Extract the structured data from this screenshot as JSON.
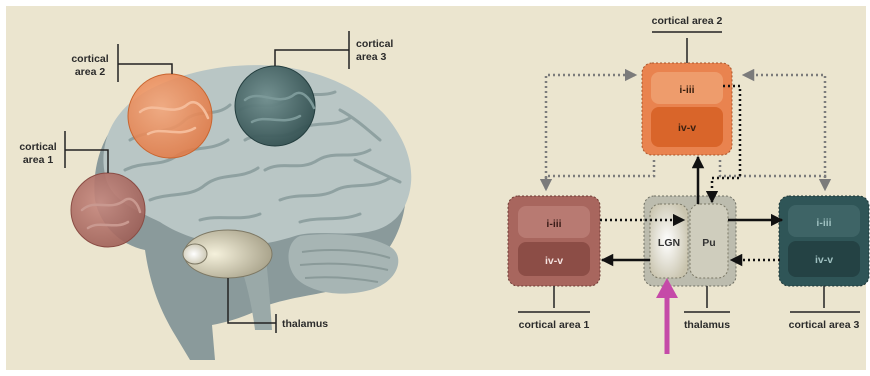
{
  "colors": {
    "background": "#ebe5cf",
    "area1": "#a8665e",
    "area2": "#e9834f",
    "area3": "#2f5557",
    "thalamus": "#bcbcae",
    "lgn": "#dcd8c4",
    "retinal_input_arrow": "#c54aa8"
  },
  "left_panel": {
    "labels": {
      "area1": [
        "cortical",
        "area 1"
      ],
      "area2": [
        "cortical",
        "area 2"
      ],
      "area3": [
        "cortical",
        "area 3"
      ],
      "thalamus": "thalamus"
    }
  },
  "right_panel": {
    "area2": {
      "title": "cortical area 2",
      "upper": "i-iii",
      "lower": "iv-v"
    },
    "area1": {
      "title": "cortical area 1",
      "upper": "i-iii",
      "lower": "iv-v"
    },
    "area3": {
      "title": "cortical area 3",
      "upper": "i-iii",
      "lower": "iv-v"
    },
    "thalamus": {
      "title": "thalamus",
      "lgn": "LGN",
      "pu": "Pu"
    }
  }
}
